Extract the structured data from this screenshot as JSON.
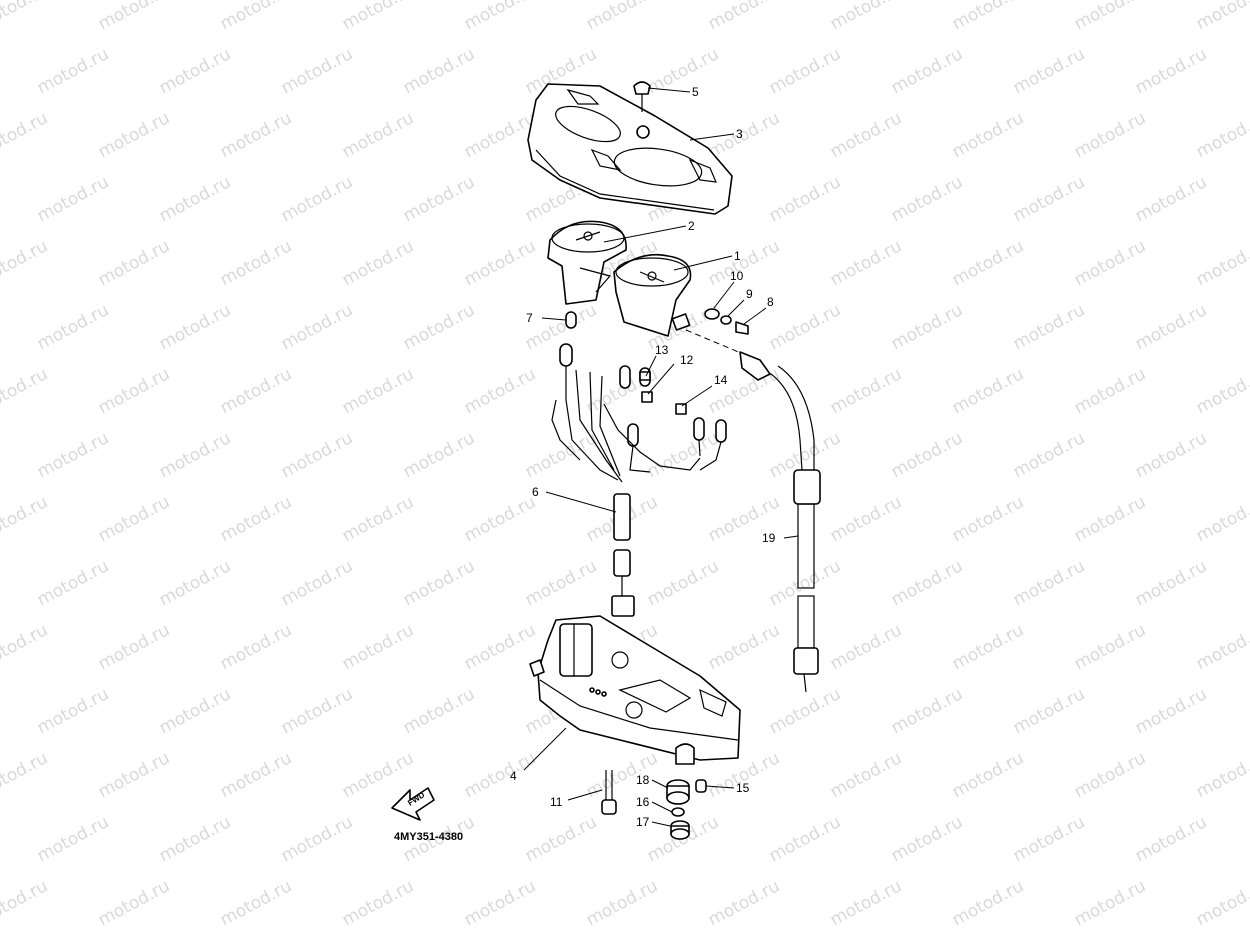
{
  "watermark": {
    "text": "motod.ru"
  },
  "diagram_code": "4MY351-4380",
  "fwd_label": "FWD",
  "callouts": {
    "c1": "1",
    "c2": "2",
    "c3": "3",
    "c4": "4",
    "c5": "5",
    "c6": "6",
    "c7": "7",
    "c8": "8",
    "c9": "9",
    "c10": "10",
    "c11": "11",
    "c12": "12",
    "c13": "13",
    "c14": "14",
    "c15": "15",
    "c16": "16",
    "c17": "17",
    "c18": "18",
    "c19": "19"
  }
}
